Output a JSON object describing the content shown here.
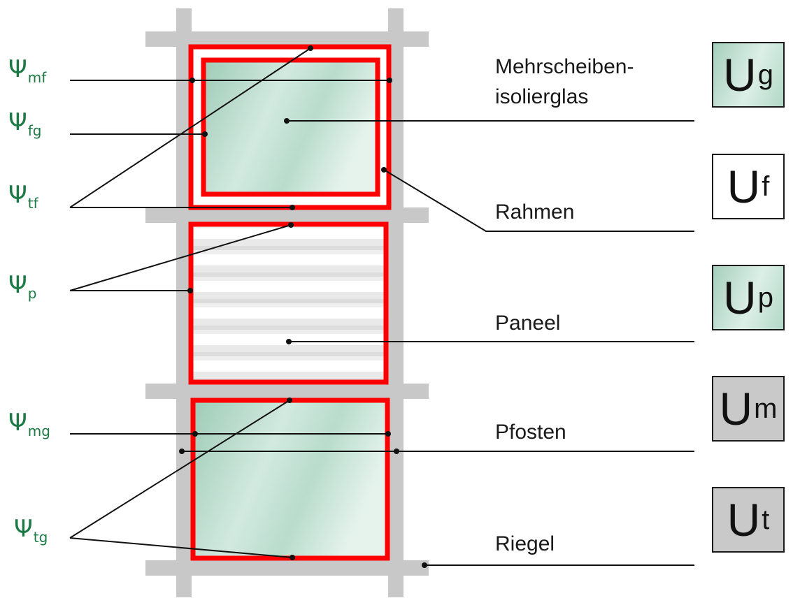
{
  "colors": {
    "frame_red": "#ff0000",
    "post_gray": "#c8c8c8",
    "psi_green": "#1c7a44",
    "glass_green": "#a9d2c0",
    "box_gray": "#c9c9c9"
  },
  "psi_labels": [
    {
      "symbol": "Ψ",
      "sub": "mf"
    },
    {
      "symbol": "Ψ",
      "sub": "fg"
    },
    {
      "symbol": "Ψ",
      "sub": "tf"
    },
    {
      "symbol": "Ψ",
      "sub": "p"
    },
    {
      "symbol": "Ψ",
      "sub": "mg"
    },
    {
      "symbol": "Ψ",
      "sub": "tg"
    }
  ],
  "component_labels": {
    "glass_line1": "Mehrscheiben-",
    "glass_line2": "isolierglas",
    "frame": "Rahmen",
    "panel": "Paneel",
    "mullion": "Pfosten",
    "transom": "Riegel"
  },
  "u_values": [
    {
      "symbol": "U",
      "sub": "g",
      "fill": "glass"
    },
    {
      "symbol": "U",
      "sub": "f",
      "fill": "white"
    },
    {
      "symbol": "U",
      "sub": "p",
      "fill": "glass"
    },
    {
      "symbol": "U",
      "sub": "m",
      "fill": "gray"
    },
    {
      "symbol": "U",
      "sub": "t",
      "fill": "gray"
    }
  ]
}
